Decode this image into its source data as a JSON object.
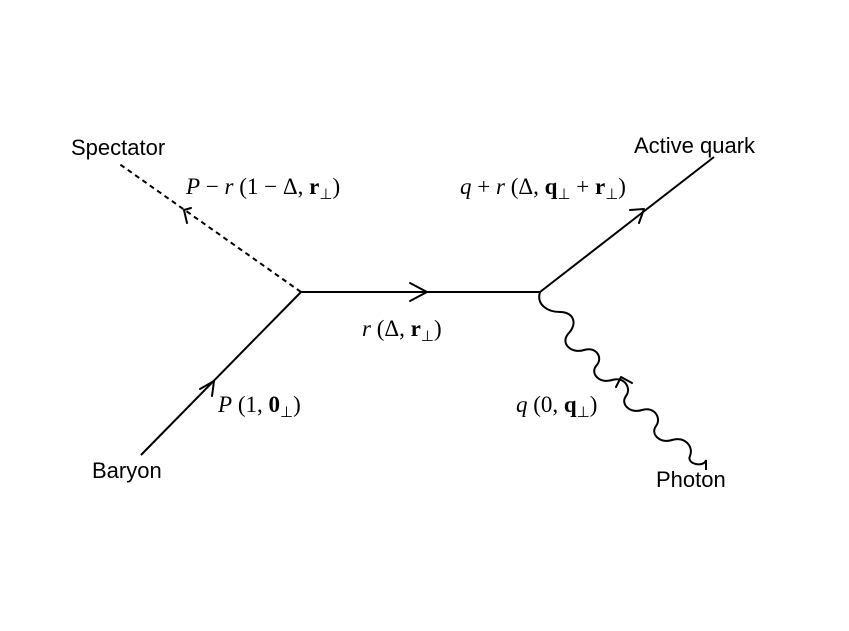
{
  "diagram": {
    "particles": {
      "spectator": "Spectator",
      "active_quark": "Active quark",
      "baryon": "Baryon",
      "photon": "Photon"
    },
    "momenta": {
      "spectator": {
        "P": "P",
        "minus": " − ",
        "r": "r",
        "paren": " (1 − Δ, ",
        "vec": "r",
        "sub": "⊥",
        "close": ")"
      },
      "active_quark": {
        "q": "q",
        "plus": " + ",
        "r": "r",
        "paren": " (Δ, ",
        "vec1": "q",
        "sub1": "⊥",
        "plus2": " + ",
        "vec2": "r",
        "sub2": "⊥",
        "close": ")"
      },
      "internal": {
        "r": "r",
        "paren": " (Δ, ",
        "vec": "r",
        "sub": "⊥",
        "close": ")"
      },
      "baryon": {
        "P": "P",
        "paren": " (1, ",
        "vec": "0",
        "sub": "⊥",
        "close": ")"
      },
      "photon": {
        "q": "q",
        "paren": " (0, ",
        "vec": "q",
        "sub": "⊥",
        "close": ")"
      }
    }
  }
}
